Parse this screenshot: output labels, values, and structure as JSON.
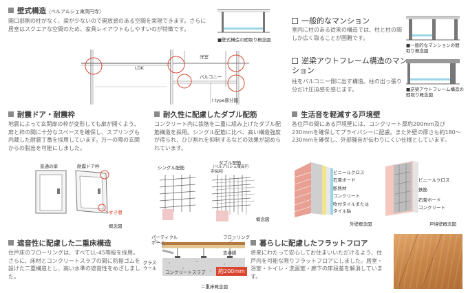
{
  "wall_structure": {
    "title": "壁式構造",
    "title_sub": "（ベルアルシェ東高円寺）",
    "text": "開口部側の柱がなく、梁が少ないので開放感のある空間を実現できます。さらに居室はスクエアな空間のため、家具レイアウトもしやすいのが特徴です。",
    "caption": "■壁式構造の間取り概念図"
  },
  "floor_plan": {
    "label_ldk": "LDK",
    "label_washitsu": "洋室",
    "label_balcony": "バルコニー",
    "label_type": "I type部分図"
  },
  "general_mansion": {
    "title": "一般的なマンション",
    "text": "室内に柱のある従来の構造では、柱と柱の間しか広く取ることが困難です。",
    "caption": "■一般的なマンションの間取り概念図"
  },
  "outbeam": {
    "title": "逆梁アウトフレーム構造のマンション",
    "text": "柱をバルコニー側に出す構造。柱の出っ張り分だけ圧迫感を感じます。",
    "caption": "■逆梁アウトフレーム構造の間取り概念図"
  },
  "seismic_door": {
    "title": "耐震ドア・耐震枠",
    "text": "地震によって玄関扉の枠が変形しても扉が開くよう、扉と枠の間に十分なスペースを確保し、スプリングも内蔵した耐震丁番を採用しています。万一の際の玄関からの脱出を可能にしました。",
    "label_normal": "普通の扉",
    "label_seismic": "耐震ドア枠",
    "label_gap": "すき間",
    "caption": "概念図"
  },
  "double_rebar": {
    "title": "耐久性に配慮したダブル配筋",
    "text": "コンクリート内に鉄筋を二重に組み上げたダブル配筋構造を採用。シングル配筋に比べ、高い構造強度が得られ、ひび割れを抑制するなどの効果が認められています。",
    "label_single": "シングル配筋",
    "label_double": "ダブル配筋",
    "label_double_sub": "（ベルアルシェ東高円寺採用）",
    "caption": "概念図"
  },
  "boundary_wall": {
    "title": "生活音を軽減する戸境壁",
    "text": "各住戸の間にある戸境壁には、コンクリート厚約200mm及び230mmを確保してプライバシーに配慮。また外壁の厚さも約180〜230mmを確保し、外部騒音が伝わりにくい仕様としています。",
    "outer_labels": [
      "ビニールクロス",
      "石膏ボード",
      "断熱材",
      "コンクリート",
      "吹付タイルまたは",
      "タイル貼"
    ],
    "outer_caption": "外壁概念図",
    "party_labels": [
      "ビニールクロス",
      "鉄筋",
      "石膏ボード",
      "コンクリート"
    ],
    "party_caption": "戸境壁概念図"
  },
  "double_floor": {
    "title": "遮音性に配慮した二重床構造",
    "text": "住戸床のフローリングは、すべてLL-45等級を採用。さらに、床材とコンクリートスラブの間に防振ゴムを設けた二重構造とし、高い水準の遮音性をめざしました。",
    "label_particle": "パーティクル",
    "label_board": "ボード",
    "label_flooring": "フローリング",
    "label_support": "支持脚",
    "label_glass1": "グラス",
    "label_glass2": "ウール",
    "label_slab": "コンクリートスラブ",
    "label_thickness": "約200mm",
    "caption": "二重床概念図"
  },
  "flat_floor": {
    "title": "暮らしに配慮したフラットフロア",
    "text": "将来にわたって安心してお住まいいただけるよう、住戸内を可能な限りフラットフロアにしました。居室・浴室・トイレ・洗面室・廊下の床段差を解消しています。"
  },
  "colors": {
    "accent_red": "#d9452e",
    "text_gray": "#666666",
    "title_gray": "#444444",
    "wood": "#c9874a"
  }
}
